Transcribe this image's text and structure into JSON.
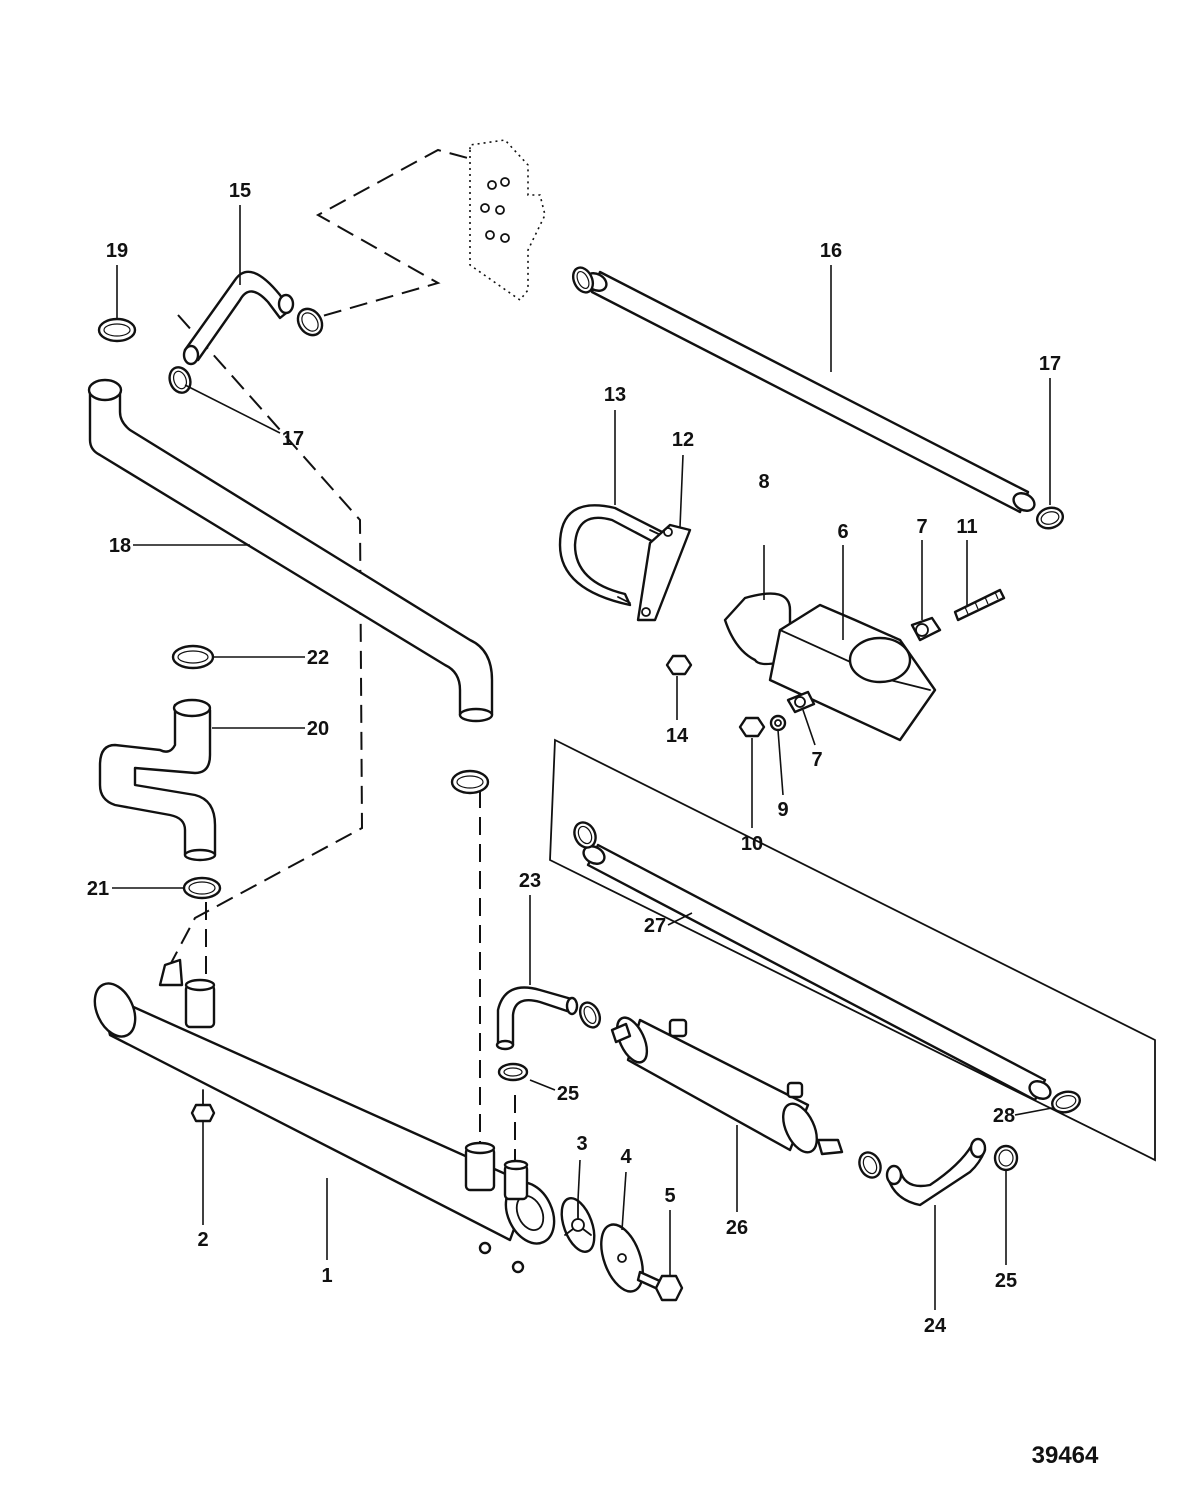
{
  "figure_number": "39464",
  "colors": {
    "ink": "#111111",
    "paper": "#ffffff"
  },
  "callouts": {
    "c1": "1",
    "c2": "2",
    "c3": "3",
    "c4": "4",
    "c5": "5",
    "c6": "6",
    "c7a": "7",
    "c7b": "7",
    "c8": "8",
    "c9": "9",
    "c10": "10",
    "c11": "11",
    "c12": "12",
    "c13": "13",
    "c14": "14",
    "c15": "15",
    "c16": "16",
    "c17a": "17",
    "c17b": "17",
    "c18": "18",
    "c19": "19",
    "c20": "20",
    "c21": "21",
    "c22": "22",
    "c23": "23",
    "c24": "24",
    "c25a": "25",
    "c25b": "25",
    "c26": "26",
    "c27": "27",
    "c28": "28"
  }
}
